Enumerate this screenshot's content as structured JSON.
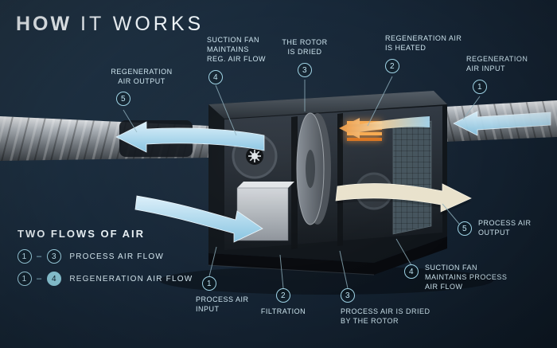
{
  "title": {
    "part1": "HOW",
    "part2": " IT WORKS"
  },
  "colors": {
    "background": "#16242f",
    "accent_cyan": "#9fd4e6",
    "flow_blue": "#a9d8ee",
    "flow_cream": "#e9e2cc",
    "heater_orange": "#f0963c"
  },
  "callouts": [
    {
      "num": "5",
      "label": "REGENERATION\nAIR OUTPUT"
    },
    {
      "num": "4",
      "label": "SUCTION FAN\nMAINTAINS\nREG. AIR FLOW"
    },
    {
      "num": "3",
      "label": "THE ROTOR\nIS DRIED"
    },
    {
      "num": "2",
      "label": "REGENERATION AIR\nIS HEATED"
    },
    {
      "num": "1",
      "label": "REGENERATION\nAIR INPUT"
    },
    {
      "num": "5",
      "label": "PROCESS AIR\nOUTPUT"
    },
    {
      "num": "4",
      "label": "SUCTION FAN\nMAINTAINS PROCESS\nAIR FLOW"
    },
    {
      "num": "3",
      "label": "PROCESS AIR IS DRIED\nBY THE ROTOR"
    },
    {
      "num": "2",
      "label": "FILTRATION"
    },
    {
      "num": "1",
      "label": "PROCESS AIR\nINPUT"
    }
  ],
  "legend": {
    "heading": "TWO FLOWS OF AIR",
    "dash": "–",
    "rows": [
      {
        "from": "1",
        "to": "3",
        "label": "PROCESS AIR FLOW"
      },
      {
        "from": "1",
        "to": "4",
        "label": "REGENERATION AIR FLOW"
      }
    ]
  }
}
